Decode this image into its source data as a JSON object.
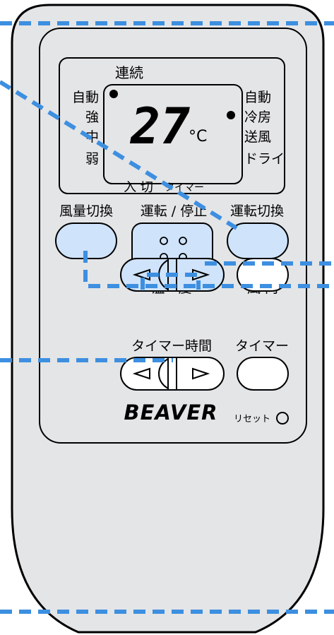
{
  "colors": {
    "body": "#e4e5e7",
    "button": "#ffffff",
    "button_active": "#cfe3fa",
    "callout": "#3d8fe0",
    "outline": "#000000"
  },
  "display": {
    "top_label": "連続",
    "left_labels": [
      "自動",
      "強",
      "中",
      "弱"
    ],
    "right_labels": [
      "自動",
      "冷房",
      "送風",
      "ドライ"
    ],
    "temperature": "27",
    "unit": "°C",
    "bottom_label": "入 切",
    "timer_label": "タイマー"
  },
  "buttons": {
    "fan_speed": "風量切換",
    "run_stop": "運転 / 停止",
    "mode": "運転切換",
    "temperature": "温　度",
    "direction": "風 向",
    "timer_time": "タイマー時間",
    "timer": "タイマー"
  },
  "brand": "BEAVER",
  "reset": "リセット",
  "icons": {
    "left_arrow": "triangle-left-icon",
    "right_arrow": "triangle-right-icon",
    "indicator": "filled-dot-icon",
    "reset": "circle-icon",
    "run_dots": "four-dots-icon"
  }
}
